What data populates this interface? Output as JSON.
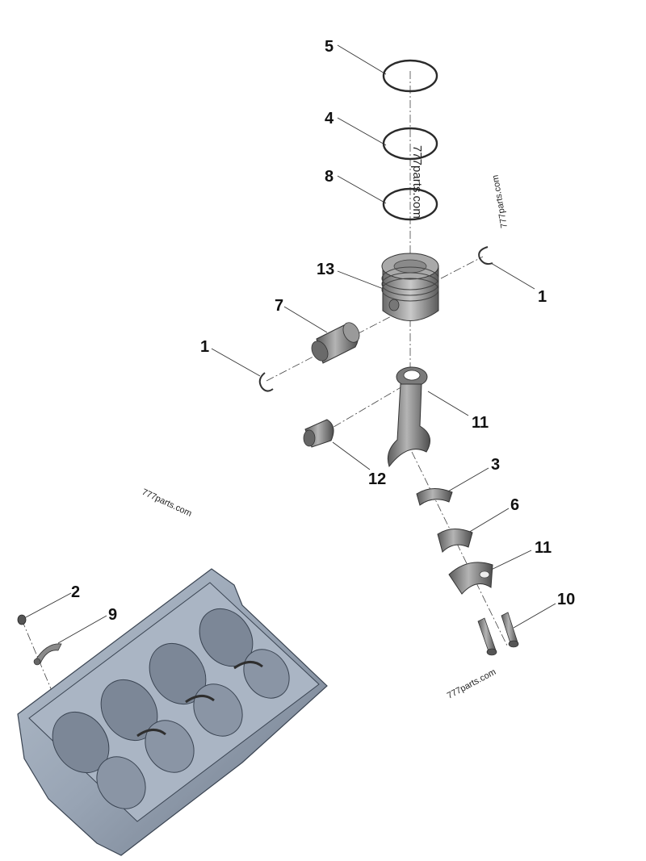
{
  "callouts": {
    "c5": "5",
    "c4": "4",
    "c8": "8",
    "c13": "13",
    "c1a": "1",
    "c7": "7",
    "c1b": "1",
    "c11a": "11",
    "c12": "12",
    "c3": "3",
    "c6": "6",
    "c11b": "11",
    "c10": "10",
    "c2": "2",
    "c9": "9"
  },
  "watermarks": {
    "wm1": "777parts.com",
    "wm2": "777parts.com",
    "wm3": "777parts.com",
    "wm4": "777parts.com"
  },
  "colors": {
    "block": "#9aa6b6",
    "block_dark": "#6e7a8b",
    "metal": "#8f8f8f",
    "metal_dark": "#5a5a5a"
  }
}
